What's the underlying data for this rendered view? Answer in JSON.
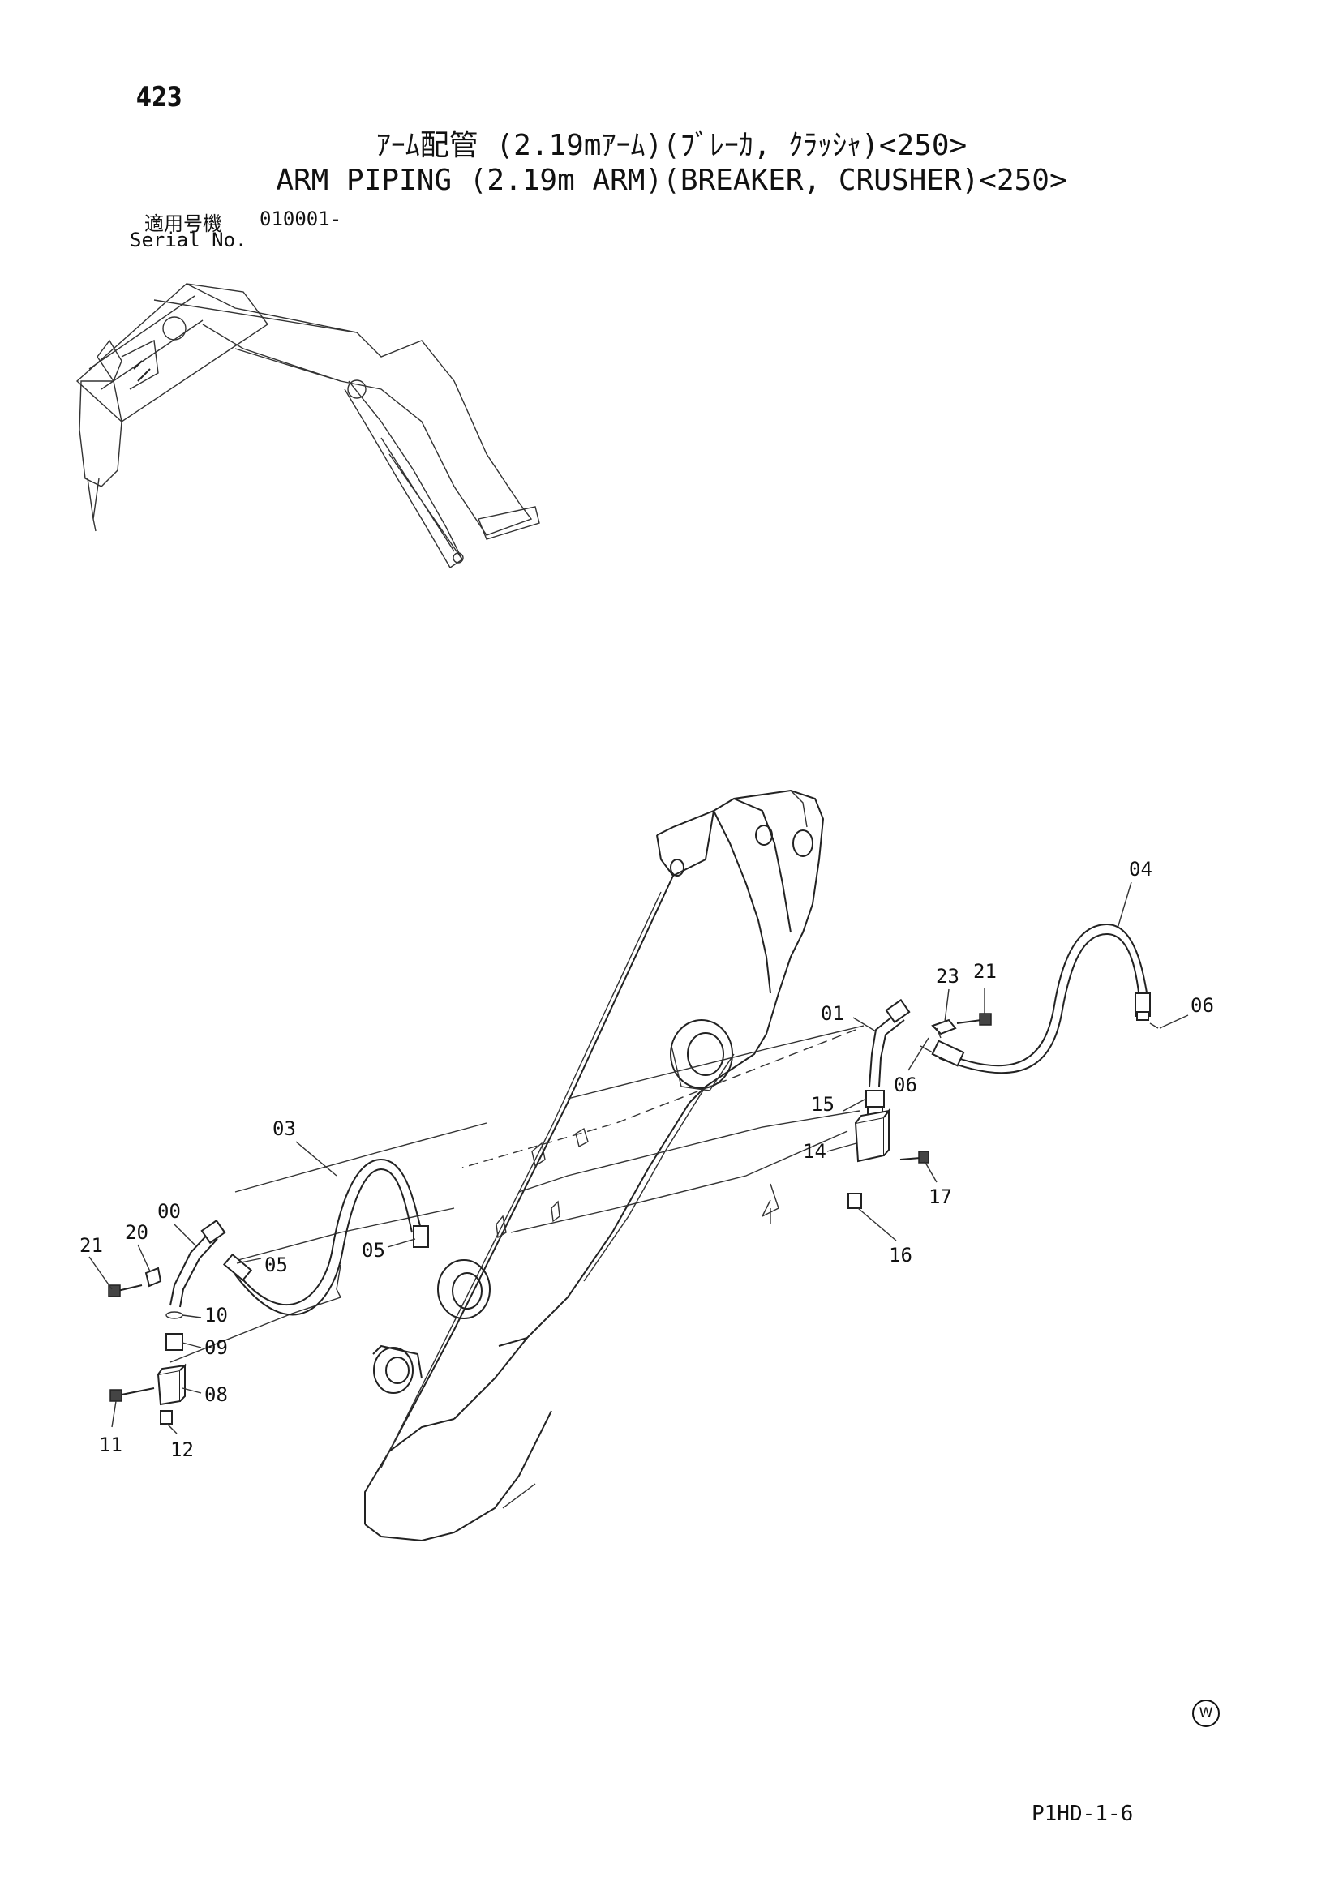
{
  "header": {
    "page_number": "423",
    "title_jp": "ｱｰﾑ配管 (2.19mｱｰﾑ)(ﾌﾞﾚｰｶ, ｸﾗｯｼｬ)<250>",
    "title_en": "ARM PIPING (2.19m ARM)(BREAKER, CRUSHER)<250>",
    "serial_label_jp": "適用号機",
    "serial_value": "010001-",
    "serial_label_en": "Serial No."
  },
  "footer": {
    "doc_code": "P1HD-1-6",
    "mark": "W"
  },
  "callouts": [
    {
      "id": "c-04",
      "label": "04"
    },
    {
      "id": "c-06a",
      "label": "06"
    },
    {
      "id": "c-23",
      "label": "23"
    },
    {
      "id": "c-21a",
      "label": "21"
    },
    {
      "id": "c-01",
      "label": "01"
    },
    {
      "id": "c-06b",
      "label": "06"
    },
    {
      "id": "c-15",
      "label": "15"
    },
    {
      "id": "c-14",
      "label": "14"
    },
    {
      "id": "c-17",
      "label": "17"
    },
    {
      "id": "c-16",
      "label": "16"
    },
    {
      "id": "c-03",
      "label": "03"
    },
    {
      "id": "c-00",
      "label": "00"
    },
    {
      "id": "c-20",
      "label": "20"
    },
    {
      "id": "c-21b",
      "label": "21"
    },
    {
      "id": "c-05a",
      "label": "05"
    },
    {
      "id": "c-05b",
      "label": "05"
    },
    {
      "id": "c-10",
      "label": "10"
    },
    {
      "id": "c-09",
      "label": "09"
    },
    {
      "id": "c-08",
      "label": "08"
    },
    {
      "id": "c-11",
      "label": "11"
    },
    {
      "id": "c-12",
      "label": "12"
    }
  ]
}
